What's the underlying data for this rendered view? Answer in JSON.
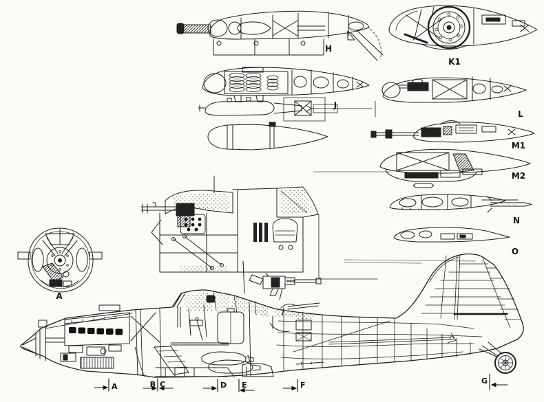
{
  "diagram": {
    "ink": "#1d1d1d",
    "paper": "#fbfaf7",
    "section_labels": {
      "h": "H",
      "k1": "K1",
      "j": "J",
      "l": "L",
      "m1": "M1",
      "m2": "M2",
      "n": "N",
      "o": "O",
      "front_view": "A"
    },
    "station_labels": {
      "a": "A",
      "b": "B",
      "c": "C",
      "d": "D",
      "e": "E",
      "f": "F",
      "g": "G"
    }
  }
}
